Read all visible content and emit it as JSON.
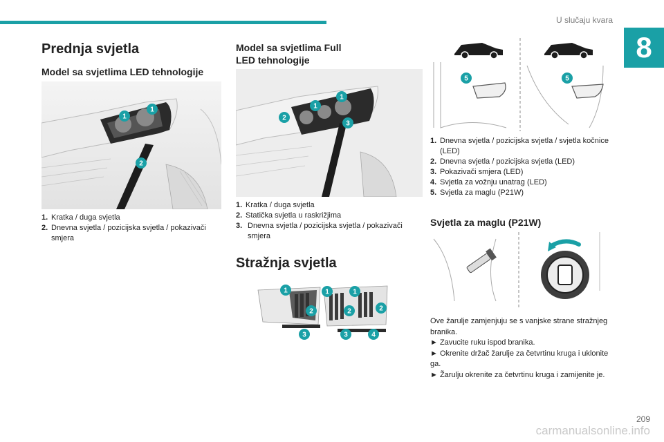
{
  "header": {
    "section_title": "U slučaju kvara",
    "chapter_number": "8"
  },
  "colors": {
    "accent": "#1aa0a6"
  },
  "col1": {
    "title": "Prednja svjetla",
    "subtitle": "Model sa svjetlima LED tehnologije",
    "figure_badges": [
      "1",
      "1",
      "2"
    ],
    "items": [
      {
        "num": "1.",
        "text": "Kratka / duga svjetla"
      },
      {
        "num": "2.",
        "text": "Dnevna svjetla / pozicijska svjetla / pokazivači smjera"
      }
    ]
  },
  "col2": {
    "subtitle": "Model sa svjetlima Full LED tehnologije",
    "figure_badges": [
      "1",
      "1",
      "2",
      "3"
    ],
    "items": [
      {
        "num": "1.",
        "text": "Kratka / duga svjetla"
      },
      {
        "num": "2.",
        "text": "Statička svjetla u raskrižjima"
      },
      {
        "num": "3.",
        "text": "Dnevna svjetla / pozicijska svjetla / pokazivači smjera"
      }
    ],
    "rear_title": "Stražnja svjetla",
    "rear_badges": [
      "1",
      "1",
      "1",
      "2",
      "2",
      "2",
      "3",
      "3",
      "4"
    ]
  },
  "col3": {
    "figure_badges": [
      "5",
      "5"
    ],
    "items": [
      {
        "num": "1.",
        "text": "Dnevna svjetla / pozicijska svjetla / svjetla kočnice (LED)"
      },
      {
        "num": "2.",
        "text": "Dnevna svjetla / pozicijska svjetla (LED)"
      },
      {
        "num": "3.",
        "text": "Pokazivači smjera (LED)"
      },
      {
        "num": "4.",
        "text": "Svjetla za vožnju unatrag (LED)"
      },
      {
        "num": "5.",
        "text": "Svjetla za maglu (P21W)"
      }
    ],
    "fog_title": "Svjetla za maglu (P21W)",
    "paragraph": [
      "Ove žarulje zamjenjuju se s vanjske strane stražnjeg branika.",
      "► Zavucite ruku ispod branika.",
      "► Okrenite držač žarulje za četvrtinu kruga i uklonite ga.",
      "► Žarulju okrenite za četvrtinu kruga i zamijenite je."
    ]
  },
  "footer": {
    "page_number": "209",
    "watermark": "carmanualsonline.info"
  }
}
